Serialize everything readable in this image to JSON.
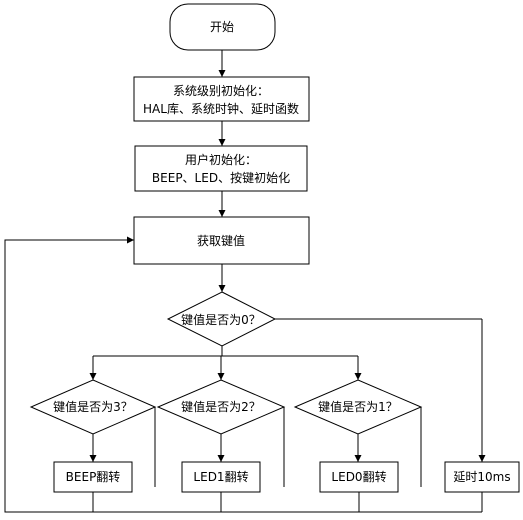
{
  "nodes": {
    "start": "开始",
    "init1_line1": "系统级别初始化：",
    "init1_line2": "HAL库、系统时钟、延时函数",
    "init2_line1": "用户初始化：",
    "init2_line2": "BEEP、LED、按键初始化",
    "get_key": "获取键值",
    "check0": "键值是否为0？",
    "check3": "键值是否为3？",
    "check2": "键值是否为2？",
    "check1": "键值是否为1？",
    "beep_toggle": "BEEP翻转",
    "led1_toggle": "LED1翻转",
    "led0_toggle": "LED0翻转",
    "delay": "延时10ms"
  }
}
